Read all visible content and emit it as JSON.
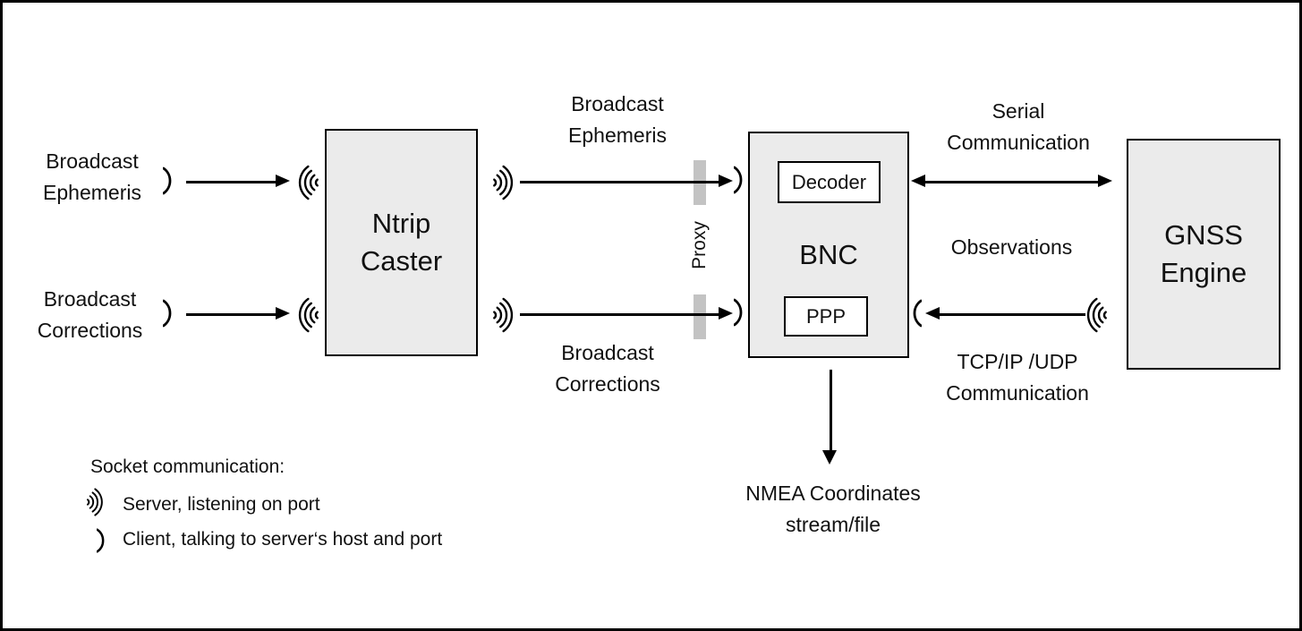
{
  "labels": {
    "src_ephemeris": {
      "line1": "Broadcast",
      "line2": "Ephemeris"
    },
    "src_corrections": {
      "line1": "Broadcast",
      "line2": "Corrections"
    },
    "flow_ephemeris": {
      "line1": "Broadcast",
      "line2": "Ephemeris"
    },
    "flow_corrections": {
      "line1": "Broadcast",
      "line2": "Corrections"
    },
    "serial": {
      "line1": "Serial",
      "line2": "Communication"
    },
    "observations": "Observations",
    "tcp": {
      "line1": "TCP/IP /UDP",
      "line2": "Communication"
    },
    "nmea": {
      "line1": "NMEA Coordinates",
      "line2": "stream/file"
    },
    "proxy": "Proxy"
  },
  "boxes": {
    "ntrip_caster": {
      "line1": "Ntrip",
      "line2": "Caster"
    },
    "bnc": {
      "title": "BNC",
      "decoder": "Decoder",
      "ppp": "PPP"
    },
    "gnss": {
      "line1": "GNSS",
      "line2": "Engine"
    }
  },
  "legend": {
    "title": "Socket communication:",
    "server_desc": "Server, listening on port",
    "client_desc": "Client, talking to server‘s host and port"
  },
  "icons": {
    "server": "signal-waves-icon",
    "client": "arc-socket-icon"
  },
  "colors": {
    "box_fill": "#ebebeb",
    "proxy_bar": "#c3c3c3",
    "stroke": "#000000",
    "background": "#ffffff"
  }
}
